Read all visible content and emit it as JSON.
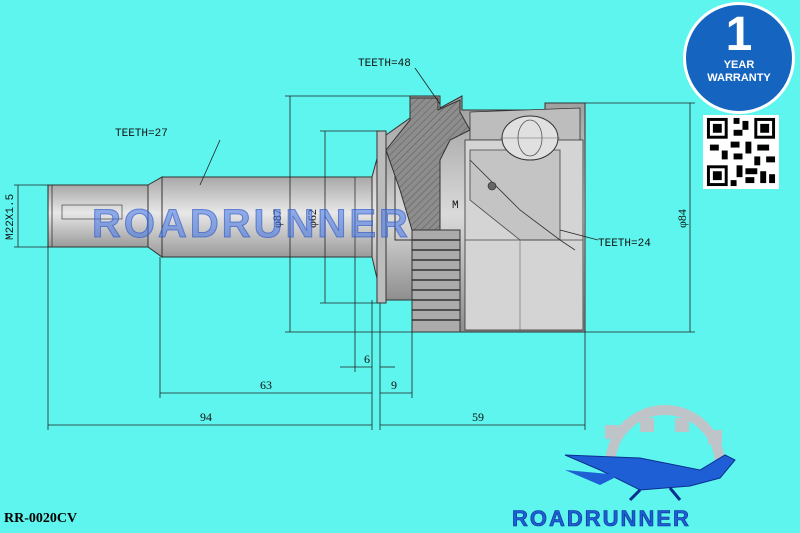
{
  "part_number": "RR-0020CV",
  "labels": {
    "teeth_outer": "TEETH=48",
    "teeth_shaft": "TEETH=27",
    "teeth_inner": "TEETH=24",
    "thread": "M22X1.5",
    "marker": "M"
  },
  "dimensions": {
    "dia_87": "φ87",
    "dia_62": "φ62",
    "dia_84": "φ84",
    "len_6": "6",
    "len_63": "63",
    "len_9": "9",
    "len_94": "94",
    "len_59": "59"
  },
  "warranty": {
    "years": "1",
    "line1": "YEAR",
    "line2": "WARRANTY"
  },
  "watermark": "ROADRUNNER",
  "brand": "ROADRUNNER",
  "colors": {
    "background": "#5ef5ee",
    "part_fill": "#c8c8c8",
    "section_hatch": "#8a8a8a",
    "badge": "#1565c0",
    "brand": "#1e5fd6"
  },
  "icons": [
    "qr-code-icon",
    "roadrunner-bird-logo",
    "gear-logo"
  ]
}
